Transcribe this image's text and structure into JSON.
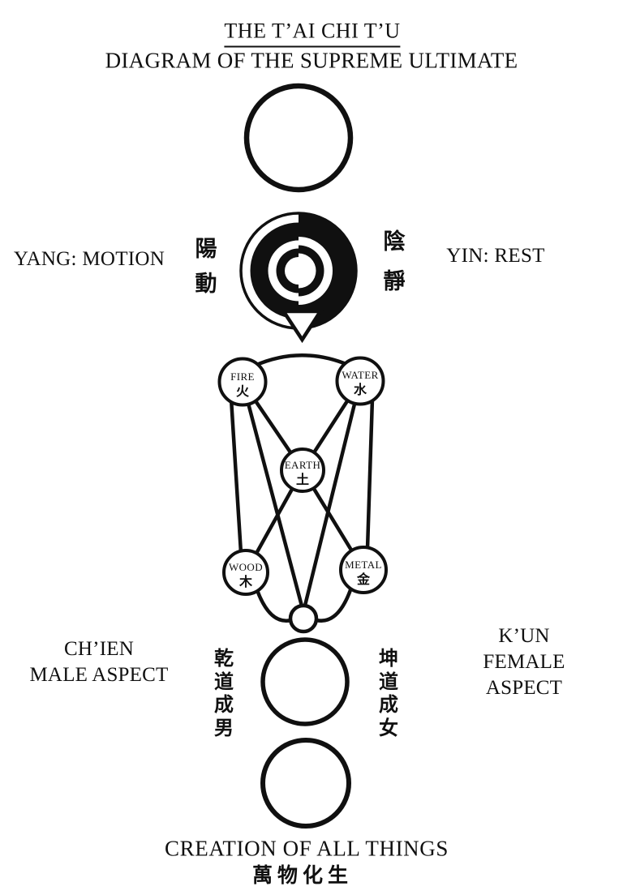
{
  "page": {
    "title": "THE T’AI CHI T’U",
    "subtitle": "DIAGRAM OF THE SUPREME ULTIMATE"
  },
  "labels": {
    "yang_en": "YANG: MOTION",
    "yang_cn": "陽\n動",
    "yin_en": "YIN: REST",
    "yin_cn": "陰\n靜",
    "chien_en": "CH’IEN\nMALE ASPECT",
    "chien_cn": "乾\n道\n成\n男",
    "kun_en": "K’UN\nFEMALE ASPECT",
    "kun_cn": "坤\n道\n成\n女",
    "creation_en": "CREATION OF ALL THINGS",
    "creation_cn": "萬物化生"
  },
  "elements": {
    "fire": {
      "en": "FIRE",
      "cn": "火"
    },
    "water": {
      "en": "WATER",
      "cn": "水"
    },
    "earth": {
      "en": "EARTH",
      "cn": "土"
    },
    "wood": {
      "en": "WOOD",
      "cn": "木"
    },
    "metal": {
      "en": "METAL",
      "cn": "金"
    }
  },
  "colors": {
    "ink": "#101010",
    "paper": "#ffffff"
  }
}
